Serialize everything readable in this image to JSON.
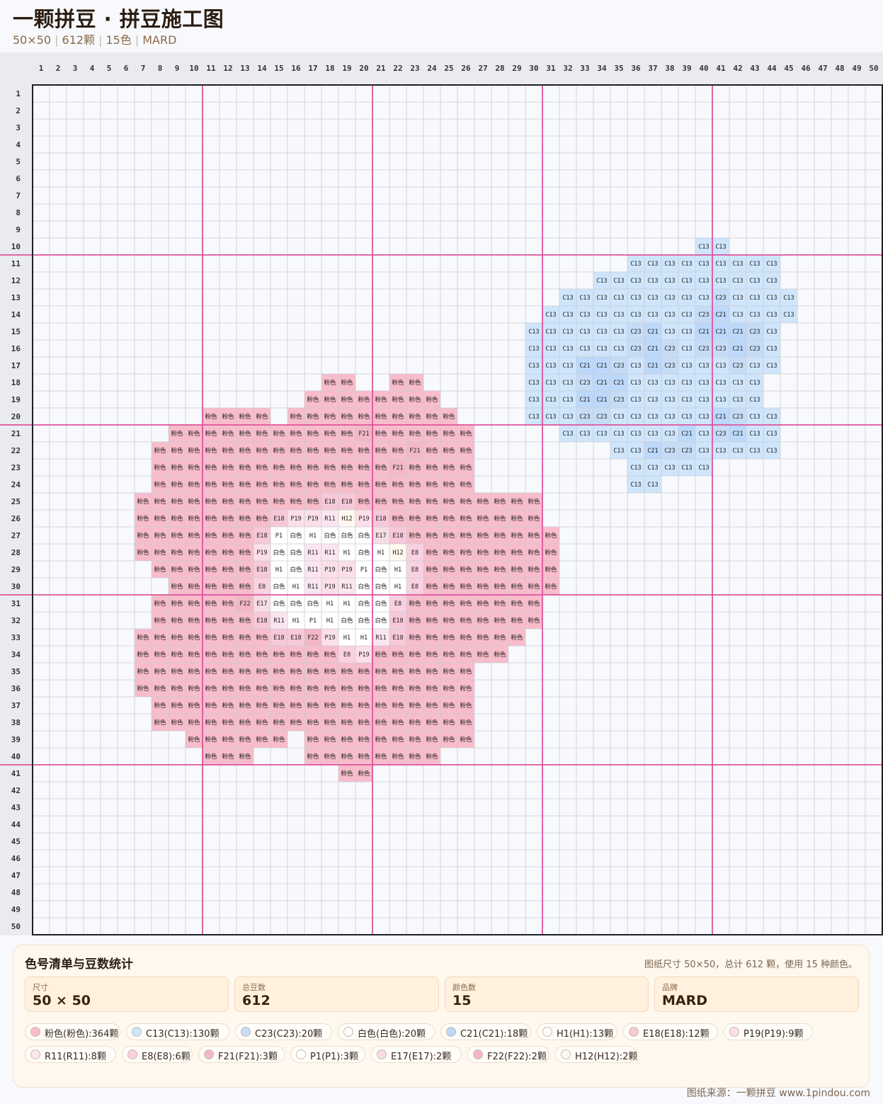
{
  "header": {
    "title": "一颗拼豆 · 拼豆施工图",
    "size": "50×50",
    "count": "612颗",
    "colors": "15色",
    "brand": "MARD"
  },
  "grid": {
    "cols": 50,
    "rows": 50,
    "col_labels": [
      "1",
      "2",
      "3",
      "4",
      "5",
      "6",
      "7",
      "8",
      "9",
      "10",
      "11",
      "12",
      "13",
      "14",
      "15",
      "16",
      "17",
      "18",
      "19",
      "20",
      "21",
      "22",
      "23",
      "24",
      "25",
      "26",
      "27",
      "28",
      "29",
      "30",
      "31",
      "32",
      "33",
      "34",
      "35",
      "36",
      "37",
      "38",
      "39",
      "40",
      "41",
      "42",
      "43",
      "44",
      "45",
      "46",
      "47",
      "48",
      "49",
      "50"
    ],
    "row_labels": [
      "1",
      "2",
      "3",
      "4",
      "5",
      "6",
      "7",
      "8",
      "9",
      "10",
      "11",
      "12",
      "13",
      "14",
      "15",
      "16",
      "17",
      "18",
      "19",
      "20",
      "21",
      "22",
      "23",
      "24",
      "25",
      "26",
      "27",
      "28",
      "29",
      "30",
      "31",
      "32",
      "33",
      "34",
      "35",
      "36",
      "37",
      "38",
      "39",
      "40",
      "41",
      "42",
      "43",
      "44",
      "45",
      "46",
      "47",
      "48",
      "49",
      "50"
    ],
    "major_every": 10,
    "colors": {
      "accent_line": "#e0549c",
      "grid_line": "#c9ccd4",
      "border": "#1e1e28",
      "background": "#f8f9fc"
    }
  },
  "palette": {
    "粉": {
      "label": "粉色",
      "color": "#f8bccb"
    },
    "C13": {
      "label": "C13",
      "color": "#cfe5fb"
    },
    "C23": {
      "label": "C23",
      "color": "#c6dcf6"
    },
    "C21": {
      "label": "C21",
      "color": "#bcd8fa"
    },
    "白": {
      "label": "白色",
      "color": "#ffffff"
    },
    "H1": {
      "label": "H1",
      "color": "#ffffff"
    },
    "E18": {
      "label": "E18",
      "color": "#f7c8d8"
    },
    "P19": {
      "label": "P19",
      "color": "#fcdfe8"
    },
    "R11": {
      "label": "R11",
      "color": "#fbe6f0"
    },
    "E8": {
      "label": "E8",
      "color": "#fad1e0"
    },
    "F21": {
      "label": "F21",
      "color": "#f3b8c6"
    },
    "P1": {
      "label": "P1",
      "color": "#ffffff"
    },
    "E17": {
      "label": "E17",
      "color": "#f6dde4"
    },
    "F22": {
      "label": "F22",
      "color": "#f4b6c6"
    },
    "H12": {
      "label": "H12",
      "color": "#fff8ee"
    }
  },
  "pattern": [
    {
      "row": 10,
      "start": 40,
      "cells": [
        "C13",
        "C13"
      ]
    },
    {
      "row": 11,
      "start": 36,
      "cells": [
        "C13",
        "C13",
        "C13",
        "C13",
        "C13",
        "C13",
        "C13",
        "C13",
        "C13"
      ]
    },
    {
      "row": 12,
      "start": 34,
      "cells": [
        "C13",
        "C13",
        "C13",
        "C13",
        "C13",
        "C13",
        "C13",
        "C13",
        "C13",
        "C13",
        "C13"
      ]
    },
    {
      "row": 13,
      "start": 32,
      "cells": [
        "C13",
        "C13",
        "C13",
        "C13",
        "C13",
        "C13",
        "C13",
        "C13",
        "C13",
        "C23",
        "C13",
        "C13",
        "C13",
        "C13"
      ]
    },
    {
      "row": 14,
      "start": 31,
      "cells": [
        "C13",
        "C13",
        "C13",
        "C13",
        "C13",
        "C13",
        "C13",
        "C13",
        "C13",
        "C23",
        "C21",
        "C13",
        "C13",
        "C13",
        "C13"
      ]
    },
    {
      "row": 15,
      "start": 30,
      "cells": [
        "C13",
        "C13",
        "C13",
        "C13",
        "C13",
        "C13",
        "C23",
        "C21",
        "C13",
        "C13",
        "C21",
        "C21",
        "C21",
        "C23",
        "C13"
      ]
    },
    {
      "row": 16,
      "start": 30,
      "cells": [
        "C13",
        "C13",
        "C13",
        "C13",
        "C13",
        "C13",
        "C23",
        "C21",
        "C23",
        "C13",
        "C23",
        "C23",
        "C21",
        "C23",
        "C13"
      ]
    },
    {
      "row": 17,
      "start": 30,
      "cells": [
        "C13",
        "C13",
        "C13",
        "C21",
        "C21",
        "C23",
        "C13",
        "C21",
        "C23",
        "C13",
        "C13",
        "C13",
        "C23",
        "C13",
        "C13"
      ]
    },
    {
      "row": 18,
      "start": 18,
      "cells": [
        "粉",
        "粉"
      ]
    },
    {
      "row": 18,
      "start": 22,
      "cells": [
        "粉",
        "粉"
      ]
    },
    {
      "row": 18,
      "start": 30,
      "cells": [
        "C13",
        "C13",
        "C13",
        "C23",
        "C21",
        "C21",
        "C13",
        "C13",
        "C13",
        "C13",
        "C13",
        "C13",
        "C13",
        "C13"
      ]
    },
    {
      "row": 19,
      "start": 17,
      "cells": [
        "粉",
        "粉",
        "粉",
        "粉",
        "粉",
        "粉",
        "粉",
        "粉"
      ]
    },
    {
      "row": 19,
      "start": 30,
      "cells": [
        "C13",
        "C13",
        "C13",
        "C21",
        "C21",
        "C23",
        "C13",
        "C13",
        "C13",
        "C13",
        "C13",
        "C13",
        "C13",
        "C13"
      ]
    },
    {
      "row": 20,
      "start": 11,
      "cells": [
        "粉",
        "粉",
        "粉",
        "粉"
      ]
    },
    {
      "row": 20,
      "start": 16,
      "cells": [
        "粉",
        "粉",
        "粉",
        "粉",
        "粉",
        "粉",
        "粉",
        "粉",
        "粉",
        "粉"
      ]
    },
    {
      "row": 20,
      "start": 30,
      "cells": [
        "C13",
        "C13",
        "C13",
        "C23",
        "C23",
        "C13",
        "C13",
        "C13",
        "C13",
        "C13",
        "C13",
        "C21",
        "C23",
        "C13",
        "C13"
      ]
    },
    {
      "row": 21,
      "start": 9,
      "cells": [
        "粉",
        "粉",
        "粉",
        "粉",
        "粉",
        "粉",
        "粉",
        "粉",
        "粉",
        "粉",
        "粉",
        "F21",
        "粉",
        "粉",
        "粉",
        "粉",
        "粉",
        "粉"
      ]
    },
    {
      "row": 21,
      "start": 32,
      "cells": [
        "C13",
        "C13",
        "C13",
        "C13",
        "C13",
        "C13",
        "C13",
        "C21",
        "C13",
        "C23",
        "C21",
        "C13",
        "C13"
      ]
    },
    {
      "row": 22,
      "start": 8,
      "cells": [
        "粉",
        "粉",
        "粉",
        "粉",
        "粉",
        "粉",
        "粉",
        "粉",
        "粉",
        "粉",
        "粉",
        "粉",
        "粉",
        "粉",
        "粉",
        "F21",
        "粉",
        "粉",
        "粉"
      ]
    },
    {
      "row": 22,
      "start": 35,
      "cells": [
        "C13",
        "C13",
        "C21",
        "C23",
        "C23",
        "C13",
        "C13",
        "C13",
        "C13",
        "C13"
      ]
    },
    {
      "row": 23,
      "start": 8,
      "cells": [
        "粉",
        "粉",
        "粉",
        "粉",
        "粉",
        "粉",
        "粉",
        "粉",
        "粉",
        "粉",
        "粉",
        "粉",
        "粉",
        "粉",
        "F21",
        "粉",
        "粉",
        "粉",
        "粉"
      ]
    },
    {
      "row": 23,
      "start": 36,
      "cells": [
        "C13",
        "C13",
        "C13",
        "C13",
        "C13"
      ]
    },
    {
      "row": 24,
      "start": 8,
      "cells": [
        "粉",
        "粉",
        "粉",
        "粉",
        "粉",
        "粉",
        "粉",
        "粉",
        "粉",
        "粉",
        "粉",
        "粉",
        "粉",
        "粉",
        "粉",
        "粉",
        "粉",
        "粉",
        "粉"
      ]
    },
    {
      "row": 24,
      "start": 36,
      "cells": [
        "C13",
        "C13"
      ]
    },
    {
      "row": 25,
      "start": 7,
      "cells": [
        "粉",
        "粉",
        "粉",
        "粉",
        "粉",
        "粉",
        "粉",
        "粉",
        "粉",
        "粉",
        "粉",
        "E18",
        "E18",
        "粉",
        "粉",
        "粉",
        "粉",
        "粉",
        "粉",
        "粉",
        "粉",
        "粉",
        "粉",
        "粉"
      ]
    },
    {
      "row": 26,
      "start": 7,
      "cells": [
        "粉",
        "粉",
        "粉",
        "粉",
        "粉",
        "粉",
        "粉",
        "粉",
        "E18",
        "P19",
        "P19",
        "R11",
        "H12",
        "P19",
        "E18",
        "粉",
        "粉",
        "粉",
        "粉",
        "粉",
        "粉",
        "粉",
        "粉",
        "粉"
      ]
    },
    {
      "row": 27,
      "start": 7,
      "cells": [
        "粉",
        "粉",
        "粉",
        "粉",
        "粉",
        "粉",
        "粉",
        "E18",
        "P1",
        "白",
        "H1",
        "白",
        "白",
        "白",
        "E17",
        "E18",
        "粉",
        "粉",
        "粉",
        "粉",
        "粉",
        "粉",
        "粉",
        "粉",
        "粉"
      ]
    },
    {
      "row": 28,
      "start": 7,
      "cells": [
        "粉",
        "粉",
        "粉",
        "粉",
        "粉",
        "粉",
        "粉",
        "P19",
        "白",
        "白",
        "R11",
        "R11",
        "H1",
        "白",
        "H1",
        "H12",
        "E8",
        "粉",
        "粉",
        "粉",
        "粉",
        "粉",
        "粉",
        "粉",
        "粉"
      ]
    },
    {
      "row": 29,
      "start": 8,
      "cells": [
        "粉",
        "粉",
        "粉",
        "粉",
        "粉",
        "粉",
        "E18",
        "H1",
        "白",
        "R11",
        "P19",
        "P19",
        "P1",
        "白",
        "H1",
        "E8",
        "粉",
        "粉",
        "粉",
        "粉",
        "粉",
        "粉",
        "粉",
        "粉"
      ]
    },
    {
      "row": 30,
      "start": 9,
      "cells": [
        "粉",
        "粉",
        "粉",
        "粉",
        "粉",
        "E8",
        "白",
        "H1",
        "R11",
        "P19",
        "R11",
        "白",
        "白",
        "H1",
        "E8",
        "粉",
        "粉",
        "粉",
        "粉",
        "粉",
        "粉",
        "粉",
        "粉"
      ]
    },
    {
      "row": 31,
      "start": 8,
      "cells": [
        "粉",
        "粉",
        "粉",
        "粉",
        "粉",
        "F22",
        "E17",
        "白",
        "白",
        "白",
        "H1",
        "H1",
        "白",
        "白",
        "E8",
        "粉",
        "粉",
        "粉",
        "粉",
        "粉",
        "粉",
        "粉",
        "粉"
      ]
    },
    {
      "row": 32,
      "start": 8,
      "cells": [
        "粉",
        "粉",
        "粉",
        "粉",
        "粉",
        "粉",
        "E18",
        "R11",
        "H1",
        "P1",
        "H1",
        "白",
        "白",
        "白",
        "E18",
        "粉",
        "粉",
        "粉",
        "粉",
        "粉",
        "粉",
        "粉",
        "粉"
      ]
    },
    {
      "row": 33,
      "start": 7,
      "cells": [
        "粉",
        "粉",
        "粉",
        "粉",
        "粉",
        "粉",
        "粉",
        "粉",
        "E18",
        "E18",
        "F22",
        "P19",
        "H1",
        "H1",
        "R11",
        "E18",
        "粉",
        "粉",
        "粉",
        "粉",
        "粉",
        "粉",
        "粉"
      ]
    },
    {
      "row": 34,
      "start": 7,
      "cells": [
        "粉",
        "粉",
        "粉",
        "粉",
        "粉",
        "粉",
        "粉",
        "粉",
        "粉",
        "粉",
        "粉",
        "粉",
        "E8",
        "P19",
        "粉",
        "粉",
        "粉",
        "粉",
        "粉",
        "粉",
        "粉",
        "粉"
      ]
    },
    {
      "row": 35,
      "start": 7,
      "cells": [
        "粉",
        "粉",
        "粉",
        "粉",
        "粉",
        "粉",
        "粉",
        "粉",
        "粉",
        "粉",
        "粉",
        "粉",
        "粉",
        "粉",
        "粉",
        "粉",
        "粉",
        "粉",
        "粉",
        "粉"
      ]
    },
    {
      "row": 36,
      "start": 7,
      "cells": [
        "粉",
        "粉",
        "粉",
        "粉",
        "粉",
        "粉",
        "粉",
        "粉",
        "粉",
        "粉",
        "粉",
        "粉",
        "粉",
        "粉",
        "粉",
        "粉",
        "粉",
        "粉",
        "粉",
        "粉"
      ]
    },
    {
      "row": 37,
      "start": 8,
      "cells": [
        "粉",
        "粉",
        "粉",
        "粉",
        "粉",
        "粉",
        "粉",
        "粉",
        "粉",
        "粉",
        "粉",
        "粉",
        "粉",
        "粉",
        "粉",
        "粉",
        "粉",
        "粉",
        "粉"
      ]
    },
    {
      "row": 38,
      "start": 8,
      "cells": [
        "粉",
        "粉",
        "粉",
        "粉",
        "粉",
        "粉",
        "粉",
        "粉",
        "粉",
        "粉",
        "粉",
        "粉",
        "粉",
        "粉",
        "粉",
        "粉",
        "粉",
        "粉",
        "粉"
      ]
    },
    {
      "row": 39,
      "start": 10,
      "cells": [
        "粉",
        "粉",
        "粉",
        "粉",
        "粉",
        "粉"
      ]
    },
    {
      "row": 39,
      "start": 17,
      "cells": [
        "粉",
        "粉",
        "粉",
        "粉",
        "粉",
        "粉",
        "粉",
        "粉",
        "粉",
        "粉"
      ]
    },
    {
      "row": 40,
      "start": 11,
      "cells": [
        "粉",
        "粉",
        "粉"
      ]
    },
    {
      "row": 40,
      "start": 17,
      "cells": [
        "粉",
        "粉",
        "粉",
        "粉",
        "粉",
        "粉",
        "粉",
        "粉"
      ]
    },
    {
      "row": 41,
      "start": 19,
      "cells": [
        "粉",
        "粉"
      ]
    }
  ],
  "panel": {
    "title": "色号清单与豆数统计",
    "summary": "图纸尺寸 50×50，总计 612 颗，使用 15 种颜色。",
    "stats": [
      {
        "label": "尺寸",
        "value": "50 × 50"
      },
      {
        "label": "总豆数",
        "value": "612"
      },
      {
        "label": "颜色数",
        "value": "15"
      },
      {
        "label": "品牌",
        "value": "MARD"
      }
    ],
    "chips": [
      {
        "label": "粉色(粉色):364颗",
        "color": "#f8bccb"
      },
      {
        "label": "C13(C13):130颗",
        "color": "#cfe5fb"
      },
      {
        "label": "C23(C23):20颗",
        "color": "#c6dcf6"
      },
      {
        "label": "白色(白色):20颗",
        "color": "#ffffff"
      },
      {
        "label": "C21(C21):18颗",
        "color": "#bcd8fa"
      },
      {
        "label": "H1(H1):13颗",
        "color": "#ffffff"
      },
      {
        "label": "E18(E18):12颗",
        "color": "#f7c8d8"
      },
      {
        "label": "P19(P19):9颗",
        "color": "#fcdfe8"
      },
      {
        "label": "R11(R11):8颗",
        "color": "#fbe6f0"
      },
      {
        "label": "E8(E8):6颗",
        "color": "#fad1e0"
      },
      {
        "label": "F21(F21):3颗",
        "color": "#f3b8c6"
      },
      {
        "label": "P1(P1):3颗",
        "color": "#ffffff"
      },
      {
        "label": "E17(E17):2颗",
        "color": "#f6dde4"
      },
      {
        "label": "F22(F22):2颗",
        "color": "#f4b6c6"
      },
      {
        "label": "H12(H12):2颗",
        "color": "#fff8ee"
      }
    ]
  },
  "footer": "图纸来源：一颗拼豆 www.1pindou.com"
}
